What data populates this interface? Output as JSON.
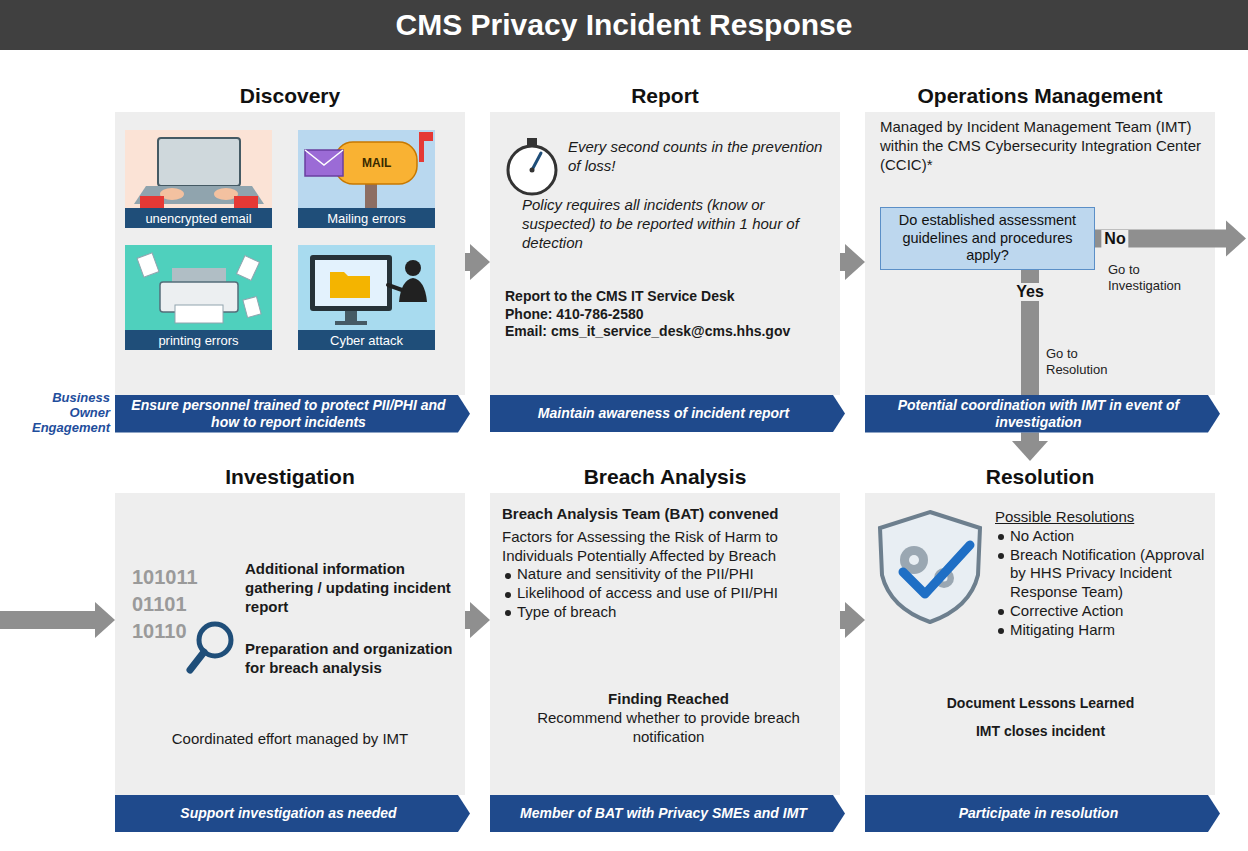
{
  "diagram": {
    "title": "CMS Privacy Incident Response",
    "nodes": [
      {
        "text": [
          "Discovery"
        ]
      },
      {
        "text": [
          "unencrypted email"
        ],
        "in": 0
      },
      {
        "text": [
          "Mailing errors"
        ],
        "in": 0
      },
      {
        "text": [
          "printing errors"
        ],
        "in": 0
      },
      {
        "text": [
          "Cyber attack"
        ],
        "in": 0
      },
      {
        "text": [
          "Ensure personnel trained to protect PII/PHI and how to report incidents"
        ]
      },
      {
        "text": [
          "Report",
          "Every second counts in the prevention of loss!",
          "Policy requires all incidents (know or suspected) to be reported within 1 hour of detection",
          "Report to the CMS IT Service Desk",
          "Phone: 410-786-2580",
          "Email: cms_it_service_desk@cms.hhs.gov"
        ]
      },
      {
        "text": [
          "Maintain awareness of incident report"
        ]
      },
      {
        "text": [
          "Operations Management",
          "Managed by Incident Management Team (IMT) within the CMS Cybersecurity Integration Center (CCIC)*"
        ]
      },
      {
        "text": [
          "Do established assessment guidelines and procedures apply?"
        ],
        "in": 8
      },
      {
        "text": [
          "Potential coordination with IMT in event of investigation"
        ]
      },
      {
        "text": [
          "Investigation",
          "Additional information gathering / updating incident report",
          "Preparation and organization for breach analysis",
          "Coordinated effort managed by IMT"
        ]
      },
      {
        "text": [
          "Support investigation as needed"
        ]
      },
      {
        "text": [
          "Breach Analysis",
          "Breach Analysis Team (BAT) convened",
          "Factors for Assessing the Risk of Harm to Individuals Potentially Affected by Breach",
          "Nature and sensitivity of the PII/PHI",
          "Likelihood of access and use of PII/PHI",
          "Type of breach",
          "Finding Reached",
          "Recommend whether to provide breach notification"
        ]
      },
      {
        "text": [
          "Member of BAT with Privacy SMEs and IMT"
        ]
      },
      {
        "text": [
          "Resolution",
          "Possible Resolutions",
          "No Action",
          "Breach Notification (Approval by HHS Privacy Incident Response Team)",
          "Corrective Action",
          "Mitigating Harm",
          "Document Lessons Learned",
          "IMT closes incident"
        ]
      },
      {
        "text": [
          "Participate in resolution"
        ]
      }
    ],
    "edges": [
      {
        "from": 0,
        "to": 6,
        "arrow": "to"
      },
      {
        "from": 6,
        "to": 8,
        "arrow": "to"
      },
      {
        "from": 9,
        "to": 11,
        "label": "No",
        "arrow": "to"
      },
      {
        "from": 9,
        "to": 15,
        "label": "Yes",
        "arrow": "to"
      },
      {
        "from": 11,
        "to": 13,
        "arrow": "to"
      },
      {
        "from": 13,
        "to": 15,
        "arrow": "to"
      }
    ],
    "labels": [
      "Business Owner Engagement",
      "MAIL",
      "Go to Investigation",
      "Go to Resolution",
      "101011",
      "01101",
      "10110"
    ]
  }
}
